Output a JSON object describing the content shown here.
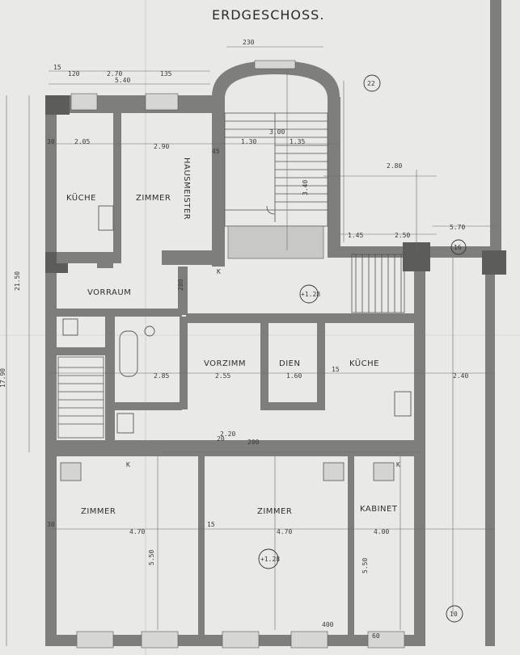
{
  "title": "ERDGESCHOSS.",
  "rooms": {
    "kueche_left": "KÜCHE",
    "zimmer_top": "ZIMMER",
    "hausmeister": "HAUSMEISTER",
    "vorraum": "VORRAUM",
    "vorzimm": "VORZIMM",
    "dien": "DIEN",
    "kueche_right": "KÜCHE",
    "zimmer_bl": "ZIMMER",
    "zimmer_bm": "ZIMMER",
    "kabinet": "KABINET"
  },
  "dimensions": {
    "d230": "230",
    "d15a": "15",
    "d120": "120",
    "d270": "2.70",
    "d540": "5.40",
    "d135": "135",
    "d220": "2.20",
    "d205": "2.05",
    "d290": "2.90",
    "d45": "45",
    "d30a": "30",
    "d130": "1.30",
    "d135b": "1.35",
    "d300": "3.00",
    "d280": "2.80",
    "d570": "5.70",
    "d145": "1.45",
    "d250": "2.50",
    "d240": "2.40",
    "d2150": "21.50",
    "d1790": "17.90",
    "d285": "2.85",
    "d255": "2.55",
    "d160": "1.60",
    "d15b": "15",
    "d2.285": "2.85",
    "d20": "20",
    "d200": "200",
    "d470a": "4.70",
    "d470b": "4.70",
    "d400": "4.00",
    "d550": "5.50",
    "d30b": "30",
    "d15c": "15",
    "d400b": "400",
    "d60": "60",
    "d280b": "280",
    "d550b": "5.50",
    "d2.40": "2.40",
    "d340": "3.40"
  },
  "markers": {
    "m22": "22",
    "m16": "16",
    "m128a": "+1.28",
    "m128b": "+1.28",
    "m10": "10",
    "k": "K"
  },
  "colors": {
    "paper": "#e9e9e6",
    "wall": "#7e7e7b",
    "ink": "#2e2e2e"
  }
}
